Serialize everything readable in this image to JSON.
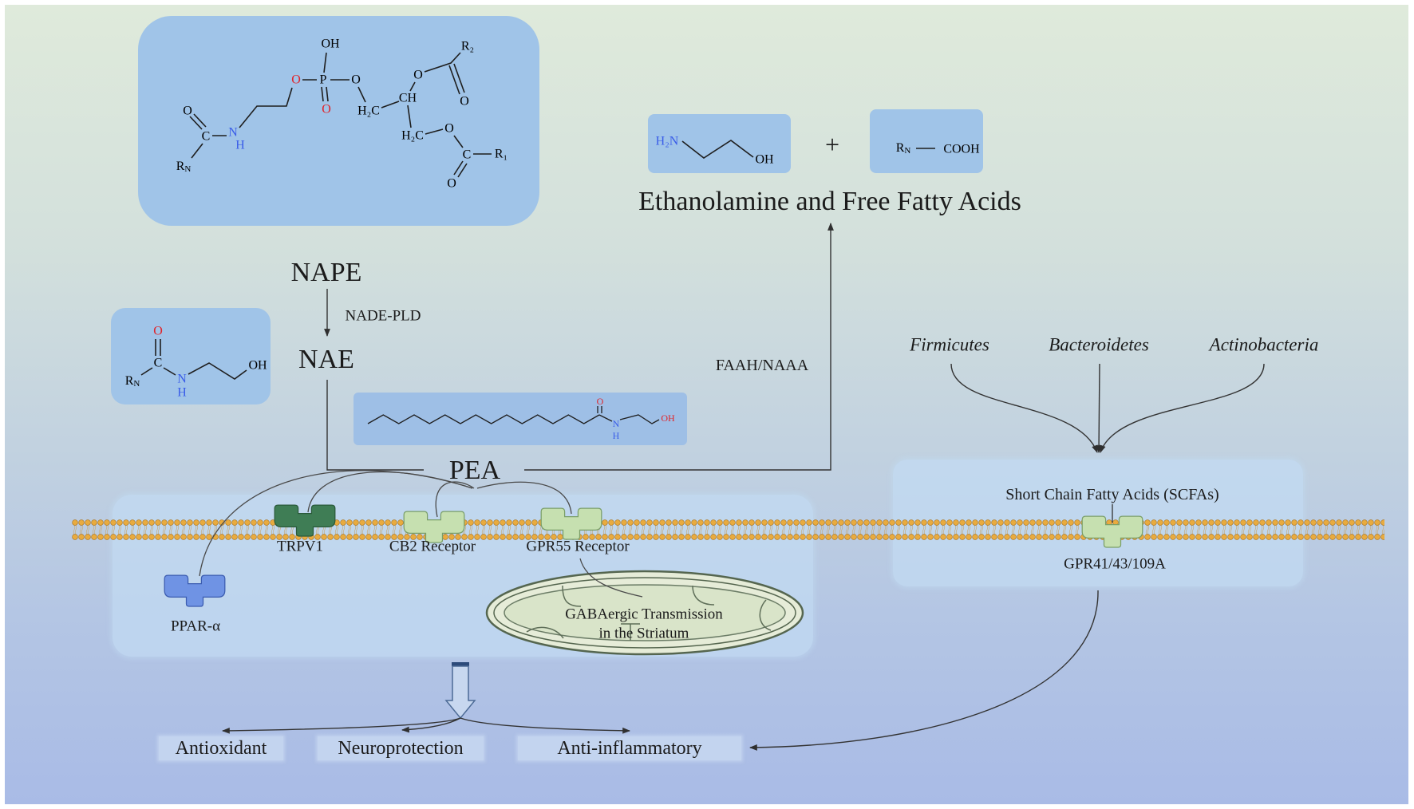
{
  "colors": {
    "structure_box": "#a0c4e8",
    "oxygen_label": "#e0252b",
    "nitrogen_label": "#3a5de8",
    "membrane_lipid": "#e9ab3e",
    "trpv1_receptor": "#3f7d55",
    "light_green_receptor": "#c6e0b0",
    "ppar_receptor": "#6f93e4"
  },
  "pathway": {
    "nape": "NAPE",
    "nade_pld": "NADE-PLD",
    "nae": "NAE",
    "pea": "PEA",
    "faah_naaa": "FAAH/NAAA",
    "products_title": "Ethanolamine and Free Fatty Acids",
    "plus": "+"
  },
  "structures": {
    "nape": {
      "carbonyl_o": "O",
      "amide_c": "C",
      "r_base": "R",
      "r_sub": "N",
      "amide_n": "N",
      "amide_h": "H",
      "phosphate_o_left": "O",
      "p": "P",
      "p_oh": "OH",
      "phosphate_o_double": "O",
      "phosphate_o_right": "O",
      "ch2_top": "H₂C",
      "ch": "CH",
      "ester_o_top": "O",
      "r2": "R₂",
      "ester_carbonyl_o_top": "O",
      "ch2_bottom": "H₂C",
      "ester_o_bottom": "O",
      "ester_c_bottom": "C",
      "r1": "R₁",
      "ester_carbonyl_o_bottom": "O"
    },
    "nae": {
      "carbonyl_o": "O",
      "amide_c": "C",
      "r_base": "R",
      "r_sub": "N",
      "amide_n": "N",
      "amide_h": "H",
      "oh": "OH"
    },
    "pea": {
      "carbonyl_o": "O",
      "amide_n": "N",
      "amide_h": "H",
      "oh": "OH"
    },
    "ethanolamine": {
      "h2n": "H₂N",
      "oh": "OH"
    },
    "fatty_acid": {
      "r_base": "R",
      "r_sub": "N",
      "cooh": "COOH"
    }
  },
  "bacteria": [
    "Firmicutes",
    "Bacteroidetes",
    "Actinobacteria"
  ],
  "scfa": {
    "title": "Short Chain Fatty Acids (SCFAs)",
    "receptor": "GPR41/43/109A"
  },
  "receptors": {
    "trpv1": "TRPV1",
    "cb2": "CB2 Receptor",
    "gpr55": "GPR55 Receptor",
    "ppar": "PPAR-α"
  },
  "mitochondrion": {
    "line1": "GABAergic Transmission",
    "line2": "in the Striatum"
  },
  "outcomes": [
    "Antioxidant",
    "Neuroprotection",
    "Anti-inflammatory"
  ]
}
